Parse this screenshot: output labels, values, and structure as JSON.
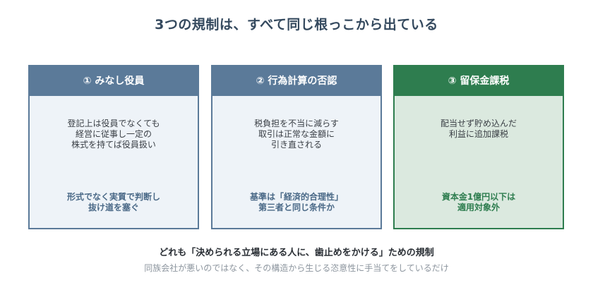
{
  "title": "3つの規制は、すべて同じ根っこから出ている",
  "cards": [
    {
      "heading": "① みなし役員",
      "description": "登記上は役員でなくても\n経営に従事し一定の\n株式を持てば役員扱い",
      "note": "形式でなく実質で判断し\n抜け道を塞ぐ",
      "color": "#5b7a99"
    },
    {
      "heading": "② 行為計算の否認",
      "description": "税負担を不当に減らす\n取引は正常な金額に\n引き直される",
      "note": "基準は「経済的合理性」\n第三者と同じ条件か",
      "color": "#5b7a99"
    },
    {
      "heading": "③ 留保金課税",
      "description": "配当せず貯め込んだ\n利益に追加課税",
      "note": "資本金1億円以下は\n適用対象外",
      "color": "#2e7d4f"
    }
  ],
  "summary": "どれも「決められる立場にある人に、歯止めをかける」ための規制",
  "subtext": "同族会社が悪いのではなく、その構造から生じる恣意性に手当てをしているだけ"
}
